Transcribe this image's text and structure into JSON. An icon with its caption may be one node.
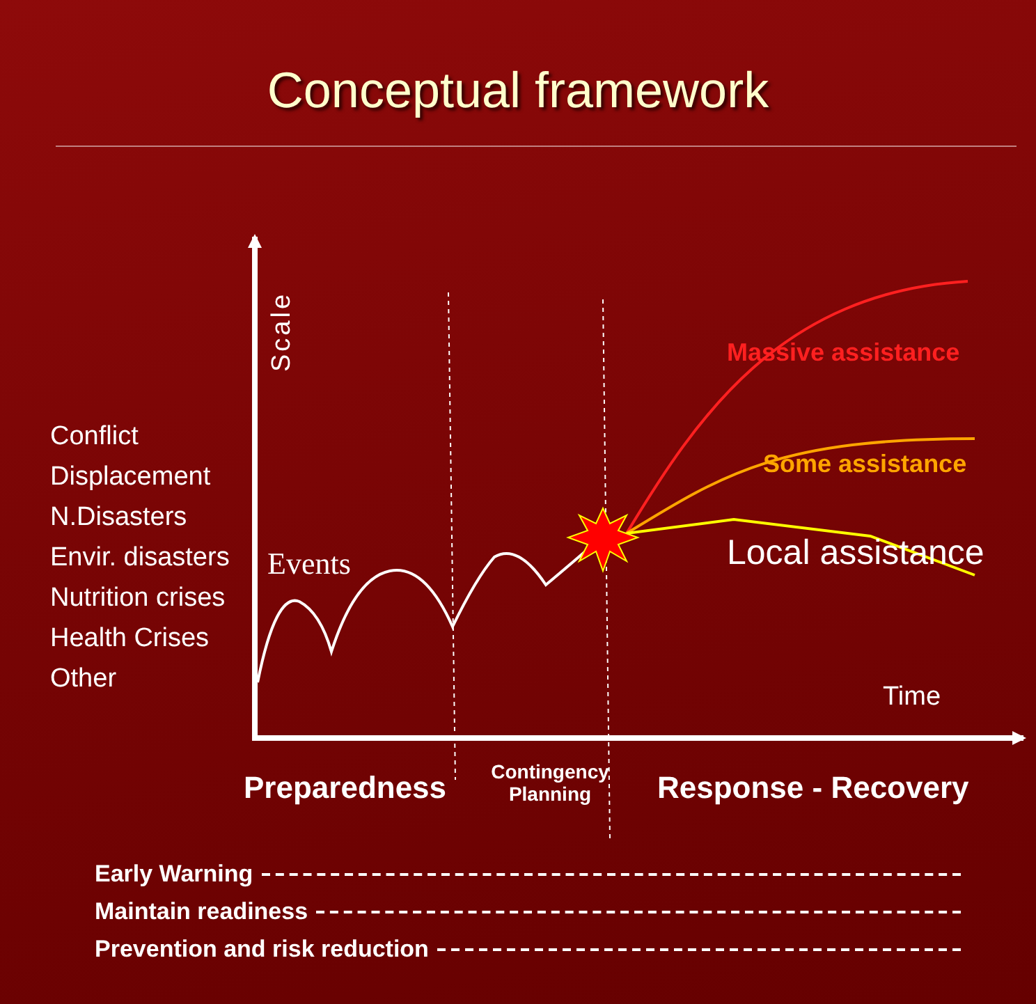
{
  "diagram": {
    "title": "Conceptual framework",
    "labels": [
      "Scale",
      "Conflict",
      "Displacement",
      "N.Disasters",
      "Envir. disasters",
      "Nutrition crises",
      "Health Crises",
      "Other",
      "Events",
      "Massive assistance",
      "Some assistance",
      "Local assistance",
      "Time",
      "Preparedness",
      "Contingency Planning",
      "Response - Recovery",
      "Early Warning",
      "Maintain readiness",
      "Prevention and risk reduction"
    ]
  }
}
